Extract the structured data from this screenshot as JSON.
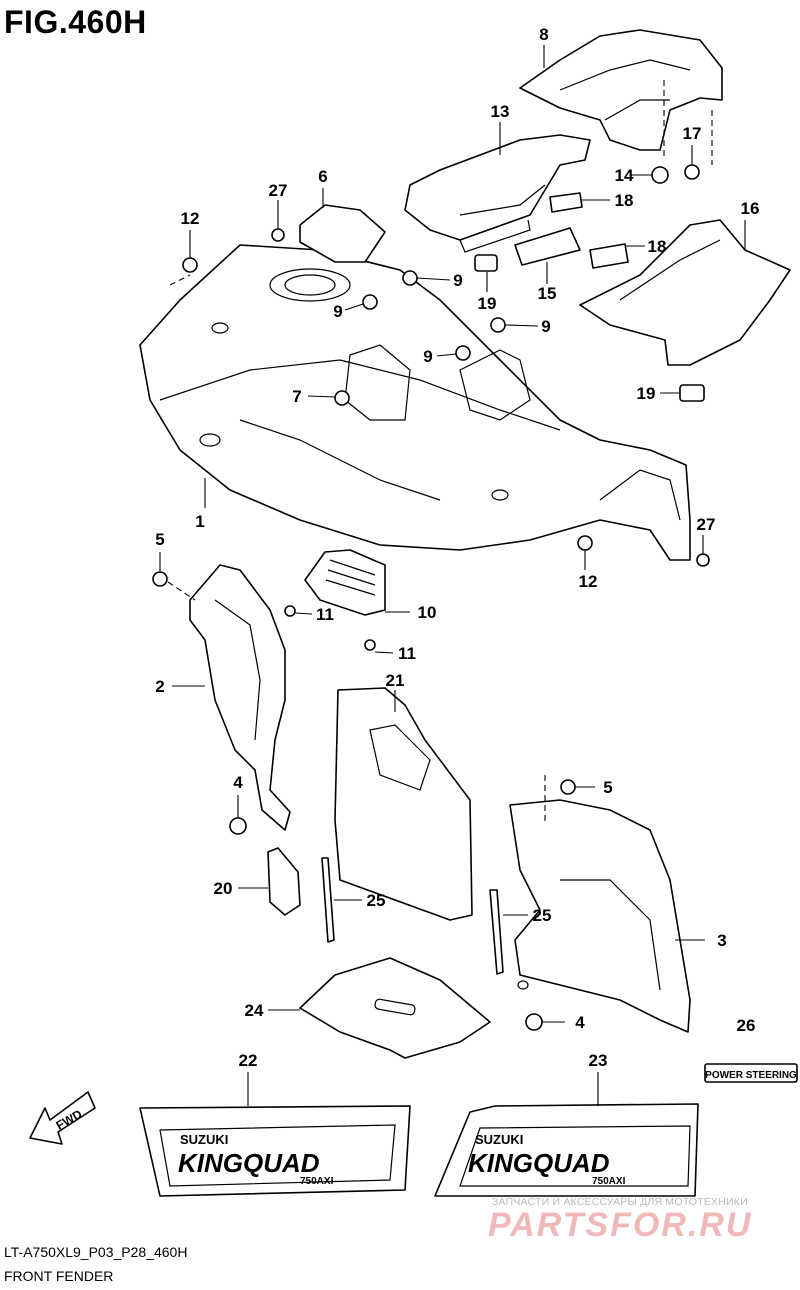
{
  "figure_title": "FIG.460H",
  "callouts": [
    "1",
    "2",
    "3",
    "4",
    "4",
    "5",
    "5",
    "6",
    "7",
    "8",
    "9",
    "9",
    "9",
    "9",
    "10",
    "11",
    "11",
    "12",
    "12",
    "13",
    "14",
    "15",
    "16",
    "17",
    "18",
    "18",
    "19",
    "19",
    "20",
    "21",
    "22",
    "23",
    "24",
    "25",
    "25",
    "26",
    "27",
    "27"
  ],
  "labels": {
    "fwd": "FWD",
    "power_steering": "POWER STEERING",
    "decal_brand": "SUZUKI",
    "decal_model": "KINGQUAD",
    "decal_sub": "750AXI"
  },
  "footer": {
    "code": "LT-A750XL9_P03_P28_460H",
    "name": "FRONT FENDER"
  },
  "watermark": {
    "top_text": "ЗАПЧАСТИ И АКСЕССУАРЫ ДЛЯ МОТОТЕХНИКИ",
    "logo_text": "PARTSFOR.RU"
  }
}
